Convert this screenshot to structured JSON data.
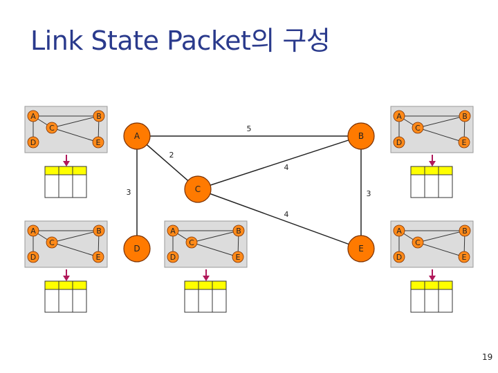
{
  "title": "Link State Packet의 구성",
  "page_number": "19",
  "colors": {
    "title": "#2a3a8c",
    "node_fill": "#ff7a00",
    "node_stroke": "#7a3000",
    "mini_node_fill": "#ff8a1a",
    "mini_box_fill": "#dcdcdc",
    "table_header": "#ffff00",
    "arrow": "#b0185a"
  },
  "network": {
    "nodes": [
      {
        "id": "A",
        "label": "A"
      },
      {
        "id": "B",
        "label": "B"
      },
      {
        "id": "C",
        "label": "C"
      },
      {
        "id": "D",
        "label": "D"
      },
      {
        "id": "E",
        "label": "E"
      }
    ],
    "edges": [
      {
        "from": "A",
        "to": "B",
        "weight": "5"
      },
      {
        "from": "A",
        "to": "C",
        "weight": "2"
      },
      {
        "from": "A",
        "to": "D",
        "weight": "3"
      },
      {
        "from": "B",
        "to": "C",
        "weight": "4"
      },
      {
        "from": "B",
        "to": "E",
        "weight": "3"
      },
      {
        "from": "C",
        "to": "E",
        "weight": "4"
      }
    ]
  },
  "mini_diagrams": [
    {
      "id": "top-left",
      "labels": [
        "A",
        "B",
        "C",
        "D",
        "E"
      ]
    },
    {
      "id": "top-right",
      "labels": [
        "A",
        "B",
        "C",
        "D",
        "E"
      ]
    },
    {
      "id": "bottom-left",
      "labels": [
        "A",
        "B",
        "C",
        "D",
        "E"
      ]
    },
    {
      "id": "bottom-middle",
      "labels": [
        "A",
        "B",
        "C",
        "D",
        "E"
      ]
    },
    {
      "id": "bottom-right",
      "labels": [
        "A",
        "B",
        "C",
        "D",
        "E"
      ]
    }
  ]
}
